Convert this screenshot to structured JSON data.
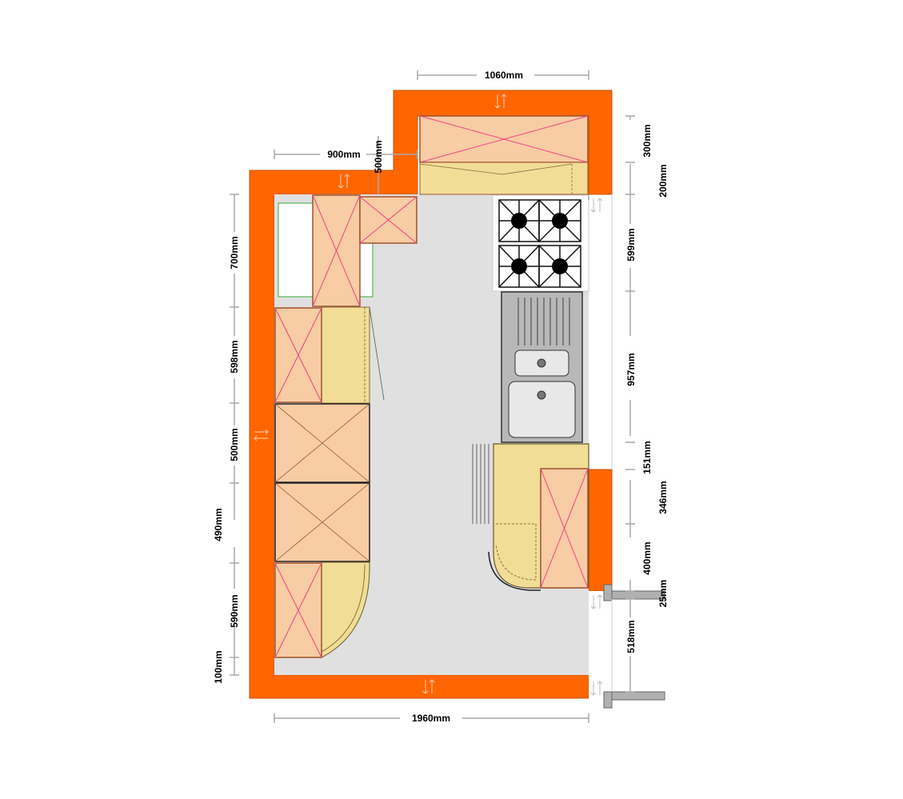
{
  "colors": {
    "wall": "#ff6600",
    "floor": "#e0e0e0",
    "cabinet": "#f8cca4",
    "cabinet_edge": "#a0522d",
    "worktop": "#f2dd96",
    "cross": "#ee4488",
    "dim_line": "#a8a8a8"
  },
  "dimensions": {
    "top_width": "1060mm",
    "left_step_width": "900mm",
    "step_depth": "500mm",
    "top_unit_depth": "300mm",
    "top_worktop_depth": "200mm",
    "left_run_1": "700mm",
    "left_run_2": "598mm",
    "left_run_3": "500mm",
    "left_run_4": "490mm",
    "left_run_5": "590mm",
    "left_run_6": "100mm",
    "right_run_1": "599mm",
    "right_run_2": "957mm",
    "right_run_3": "151mm",
    "right_run_4": "346mm",
    "right_run_5": "400mm",
    "right_run_6": "25mm",
    "door_opening": "518mm",
    "bottom_width": "1960mm"
  }
}
